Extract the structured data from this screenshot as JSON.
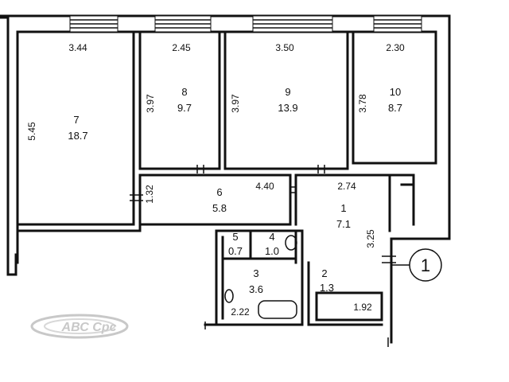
{
  "rooms": [
    {
      "number": "7",
      "area": "18.7"
    },
    {
      "number": "8",
      "area": "9.7"
    },
    {
      "number": "9",
      "area": "13.9"
    },
    {
      "number": "10",
      "area": "8.7"
    },
    {
      "number": "6",
      "area": "5.8"
    },
    {
      "number": "1",
      "area": "7.1"
    },
    {
      "number": "5",
      "area": "0.7"
    },
    {
      "number": "4",
      "area": "1.0"
    },
    {
      "number": "3",
      "area": "3.6"
    },
    {
      "number": "2",
      "area": "1.3"
    }
  ],
  "dimensions": {
    "d_7_width": "3.44",
    "d_7_height": "5.45",
    "d_8_width": "2.45",
    "d_8_height": "3.97",
    "d_9_width": "3.50",
    "d_9_height": "3.97",
    "d_10_width": "2.30",
    "d_10_height": "3.78",
    "d_6_height": "1.32",
    "d_6_width": "4.40",
    "d_1_width": "2.74",
    "d_1_height": "3.25",
    "d_3_width": "2.22",
    "d_2_width": "1.92"
  },
  "entrance_marker": "1",
  "logo": "АВС Срс"
}
